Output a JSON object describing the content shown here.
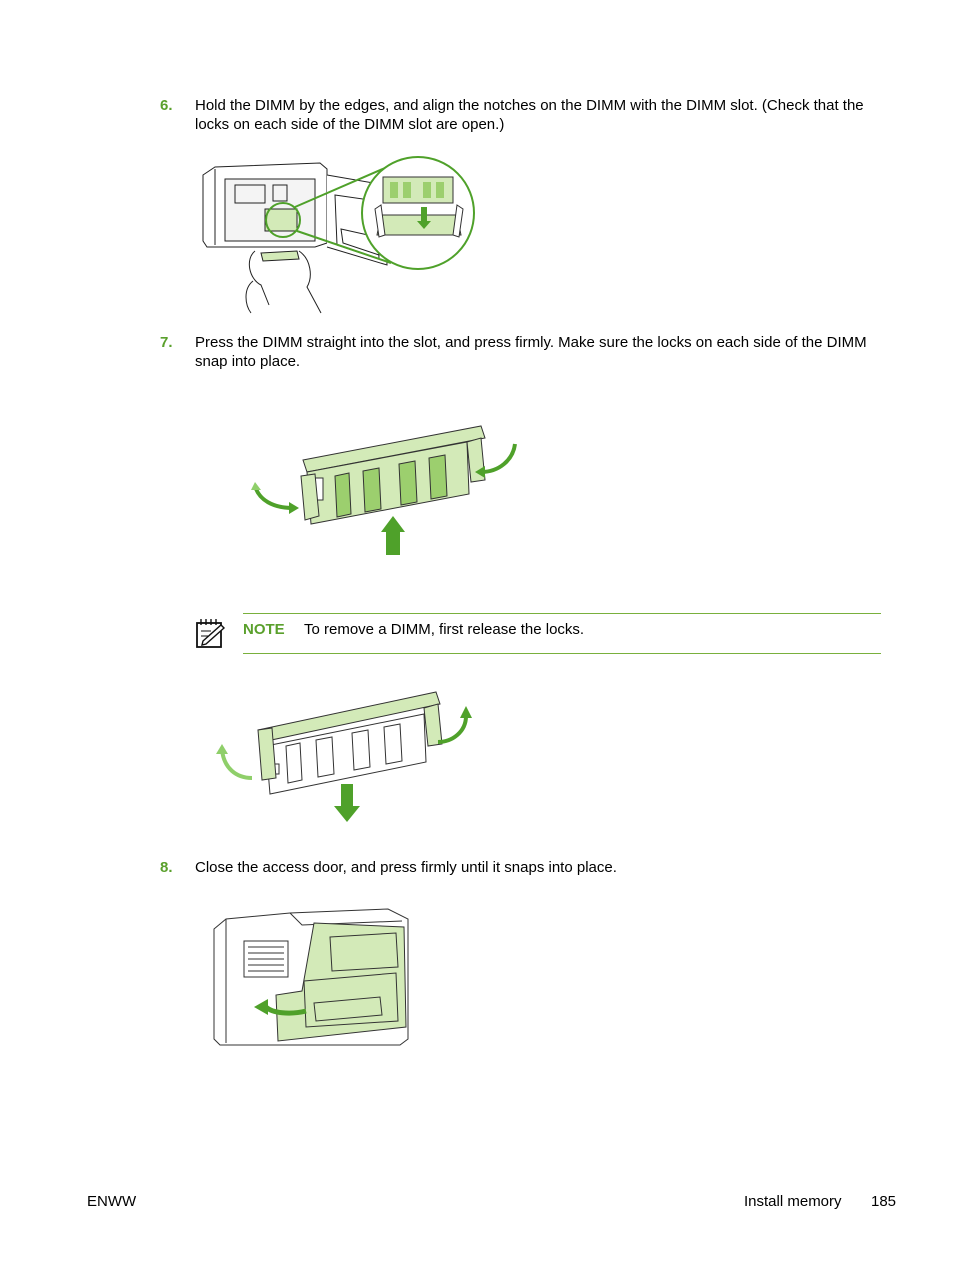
{
  "steps": [
    {
      "number": "6.",
      "text": "Hold the DIMM by the edges, and align the notches on the DIMM with the DIMM slot. (Check that the locks on each side of the DIMM slot are open.)"
    },
    {
      "number": "7.",
      "text": "Press the DIMM straight into the slot, and press firmly. Make sure the locks on each side of the DIMM snap into place."
    },
    {
      "number": "8.",
      "text": "Close the access door, and press firmly until it snaps into place."
    }
  ],
  "note": {
    "label": "NOTE",
    "text": "To remove a DIMM, first release the locks."
  },
  "footer": {
    "left": "ENWW",
    "section": "Install memory",
    "page": "185"
  },
  "colors": {
    "accent": "#5aa02c",
    "dimm_fill": "#d3eab8",
    "arrow": "#4fa12a"
  }
}
